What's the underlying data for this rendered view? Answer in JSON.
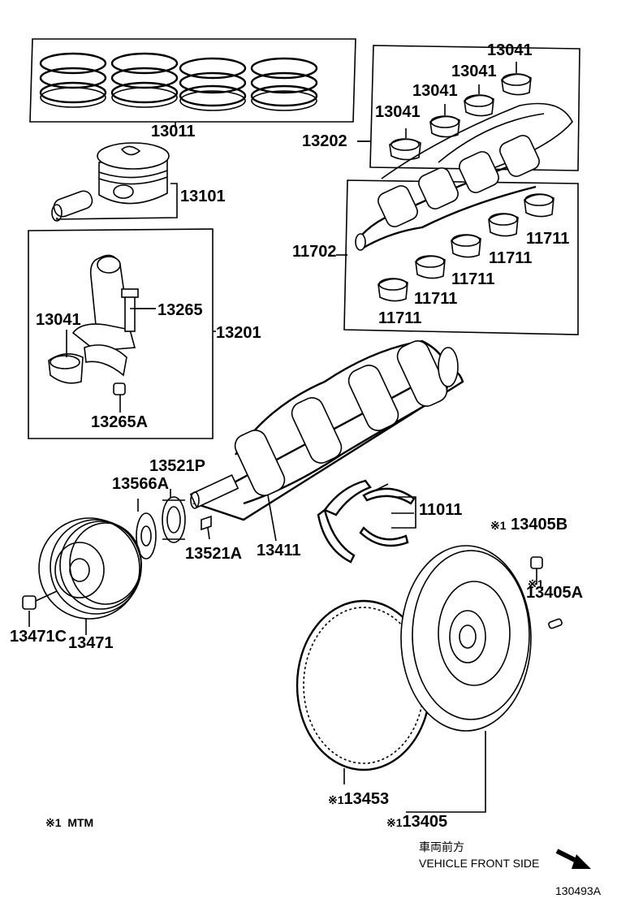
{
  "parts": {
    "piston_rings": "13011",
    "piston": "13101",
    "crank_bearing_set": "13202",
    "upper_bearing_a": "13041",
    "upper_bearing_b": "13041",
    "upper_bearing_c": "13041",
    "upper_bearing_d": "13041",
    "crank_bearing_lower_set": "11702",
    "lower_bearing_a": "11711",
    "lower_bearing_b": "11711",
    "lower_bearing_c": "11711",
    "lower_bearing_d": "11711",
    "lower_bearing_e": "11711",
    "connecting_rod_bearing": "13041",
    "rod_bolt": "13265",
    "connecting_rod_assy": "13201",
    "rod_nut": "13265A",
    "crank_timing_pulley": "13521P",
    "gear_washer": "13566A",
    "crank_key": "13521A",
    "crankshaft": "13411",
    "thrust_washers": "11011",
    "flywheel_bolt": "13405B",
    "flywheel_pin": "13405A",
    "pulley_bolt": "13471C",
    "crank_pulley": "13471",
    "ring_gear": "13453",
    "flywheel_assy": "13405"
  },
  "markers": {
    "mark": "※1",
    "sub": "1",
    "star": "※"
  },
  "legend": {
    "note_text": "MTM"
  },
  "footer": {
    "direction_jp": "車両前方",
    "direction_en": "VEHICLE FRONT SIDE",
    "figure_code": "130493A"
  }
}
